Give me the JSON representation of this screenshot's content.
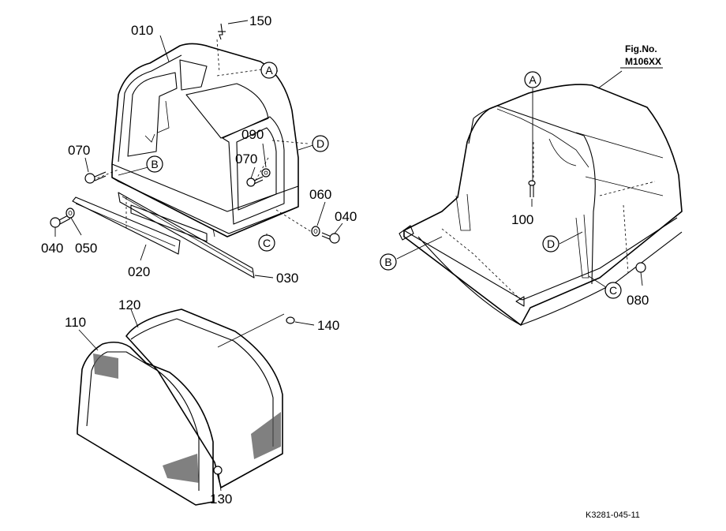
{
  "figure": {
    "fig_no_label": "Fig.No.",
    "fig_no_value": "M106XX",
    "drawing_code": "K3281-045-11"
  },
  "part_labels": {
    "p010": "010",
    "p020": "020",
    "p030": "030",
    "p040a": "040",
    "p040b": "040",
    "p050": "050",
    "p060": "060",
    "p070a": "070",
    "p070b": "070",
    "p080": "080",
    "p090": "090",
    "p100": "100",
    "p110": "110",
    "p120": "120",
    "p130": "130",
    "p140": "140",
    "p150": "150"
  },
  "reference_markers": {
    "a1": "A",
    "b1": "B",
    "c1": "C",
    "d1": "D",
    "a2": "A",
    "b2": "B",
    "c2": "C",
    "d2": "D"
  }
}
